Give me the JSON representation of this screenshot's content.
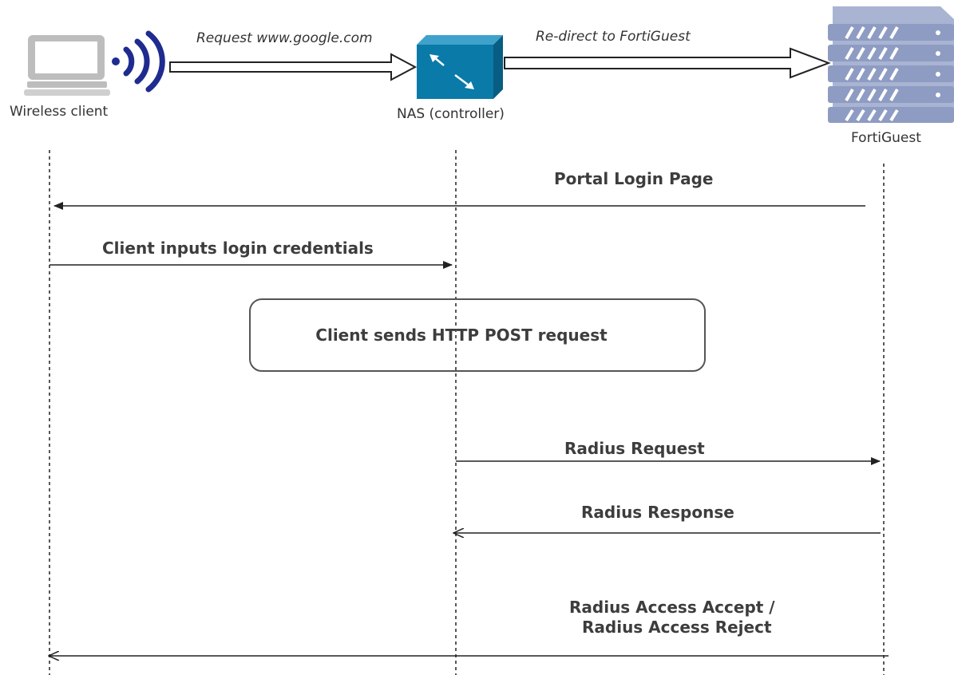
{
  "actors": {
    "client": "Wireless client",
    "controller": "NAS (controller)",
    "server": "FortiGuest"
  },
  "top_flow": {
    "request": "Request www.google.com",
    "redirect": "Re-direct to FortiGuest"
  },
  "messages": {
    "portal_login": "Portal Login Page",
    "client_inputs": "Client inputs login credentials",
    "http_post": "Client sends HTTP POST request",
    "radius_request": "Radius Request",
    "radius_response": "Radius Response",
    "access_line1": "Radius Access Accept /",
    "access_line2": "Radius Access Reject"
  },
  "colors": {
    "controller_fill": "#0a7aa8",
    "server_fill": "#a9b4d2",
    "wifi": "#1f2b8f",
    "line": "#222222"
  },
  "icons": {
    "client": "laptop-icon",
    "wifi": "wifi-signal-icon",
    "controller": "router-switch-icon",
    "server": "server-rack-icon"
  }
}
